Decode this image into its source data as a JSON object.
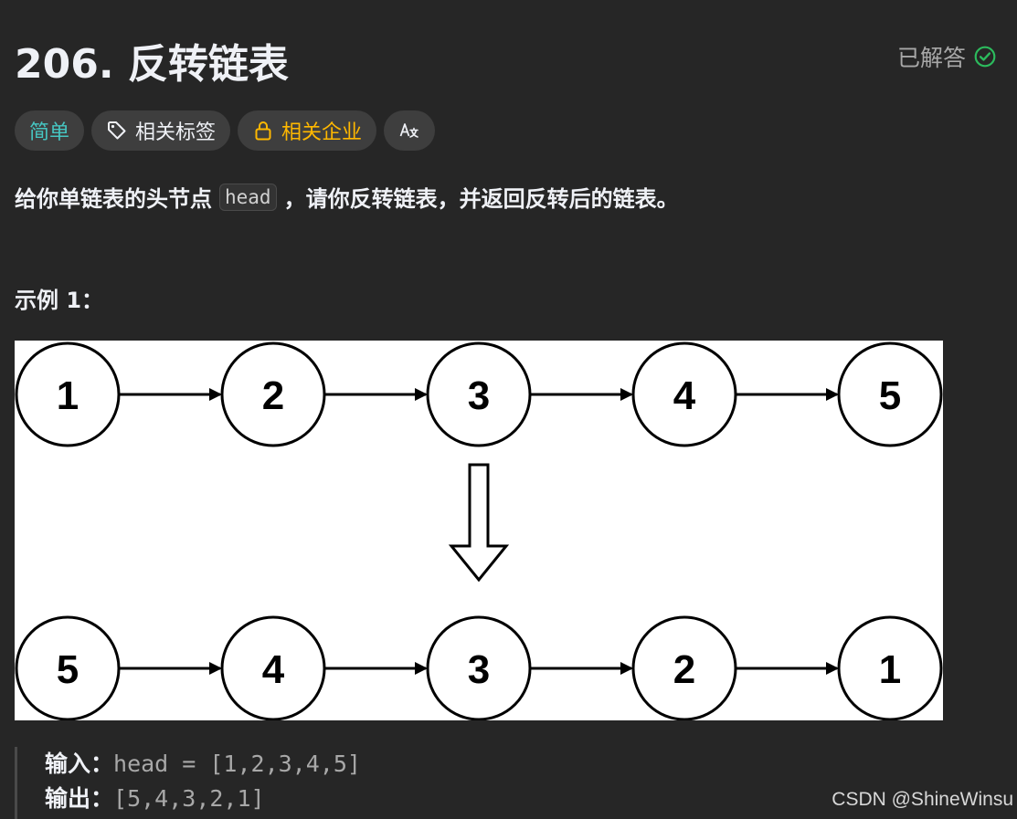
{
  "problem": {
    "title": "206. 反转链表",
    "status_label": "已解答"
  },
  "tags": {
    "difficulty": "简单",
    "topics_label": "相关标签",
    "companies_label": "相关企业",
    "translate_label": "A文"
  },
  "description": {
    "before": "给你单链表的头节点",
    "code": "head",
    "after": "，请你反转链表，并返回反转后的链表。"
  },
  "example": {
    "title": "示例 1：",
    "diagram": {
      "top_nodes": [
        "1",
        "2",
        "3",
        "4",
        "5"
      ],
      "bottom_nodes": [
        "5",
        "4",
        "3",
        "2",
        "1"
      ]
    },
    "input_label": "输入：",
    "input_value": "head = [1,2,3,4,5]",
    "output_label": "输出：",
    "output_value": "[5,4,3,2,1]"
  },
  "watermark": "CSDN @ShineWinsu",
  "colors": {
    "background": "#262626",
    "easy": "#46c6c2",
    "company": "#ffb800",
    "solved_check": "#2cbb5d"
  },
  "icons": {
    "solved": "check-circle-icon",
    "topics": "tag-icon",
    "companies": "lock-icon",
    "translate": "translate-icon"
  }
}
